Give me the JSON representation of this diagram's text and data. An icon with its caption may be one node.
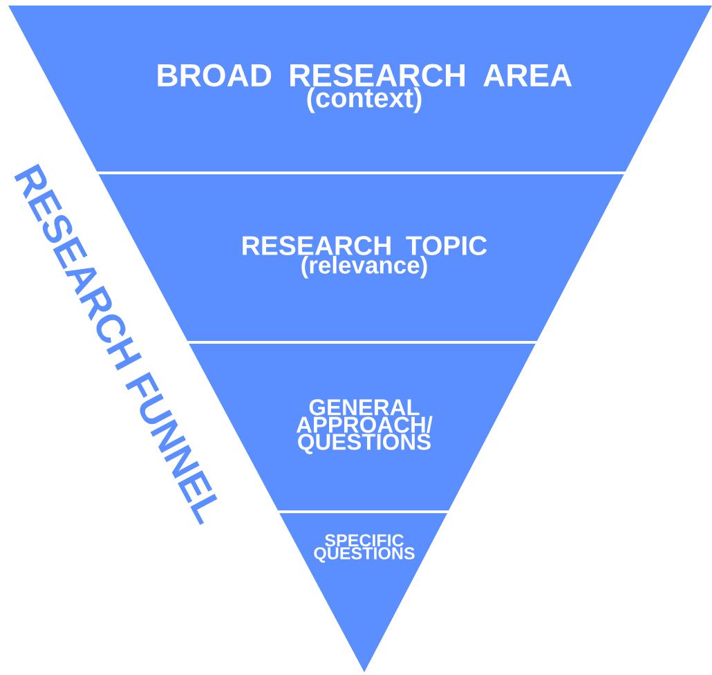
{
  "diagram": {
    "title": "RESEARCH FUNNEL",
    "nodes": [
      {
        "text": [
          "BROAD RESEARCH AREA",
          "(context)"
        ]
      },
      {
        "text": [
          "RESEARCH TOPIC",
          "(relevance)"
        ]
      },
      {
        "text": [
          "GENERAL APPROACH/ QUESTIONS"
        ]
      },
      {
        "text": [
          "SPECIFIC QUESTIONS"
        ]
      }
    ]
  }
}
